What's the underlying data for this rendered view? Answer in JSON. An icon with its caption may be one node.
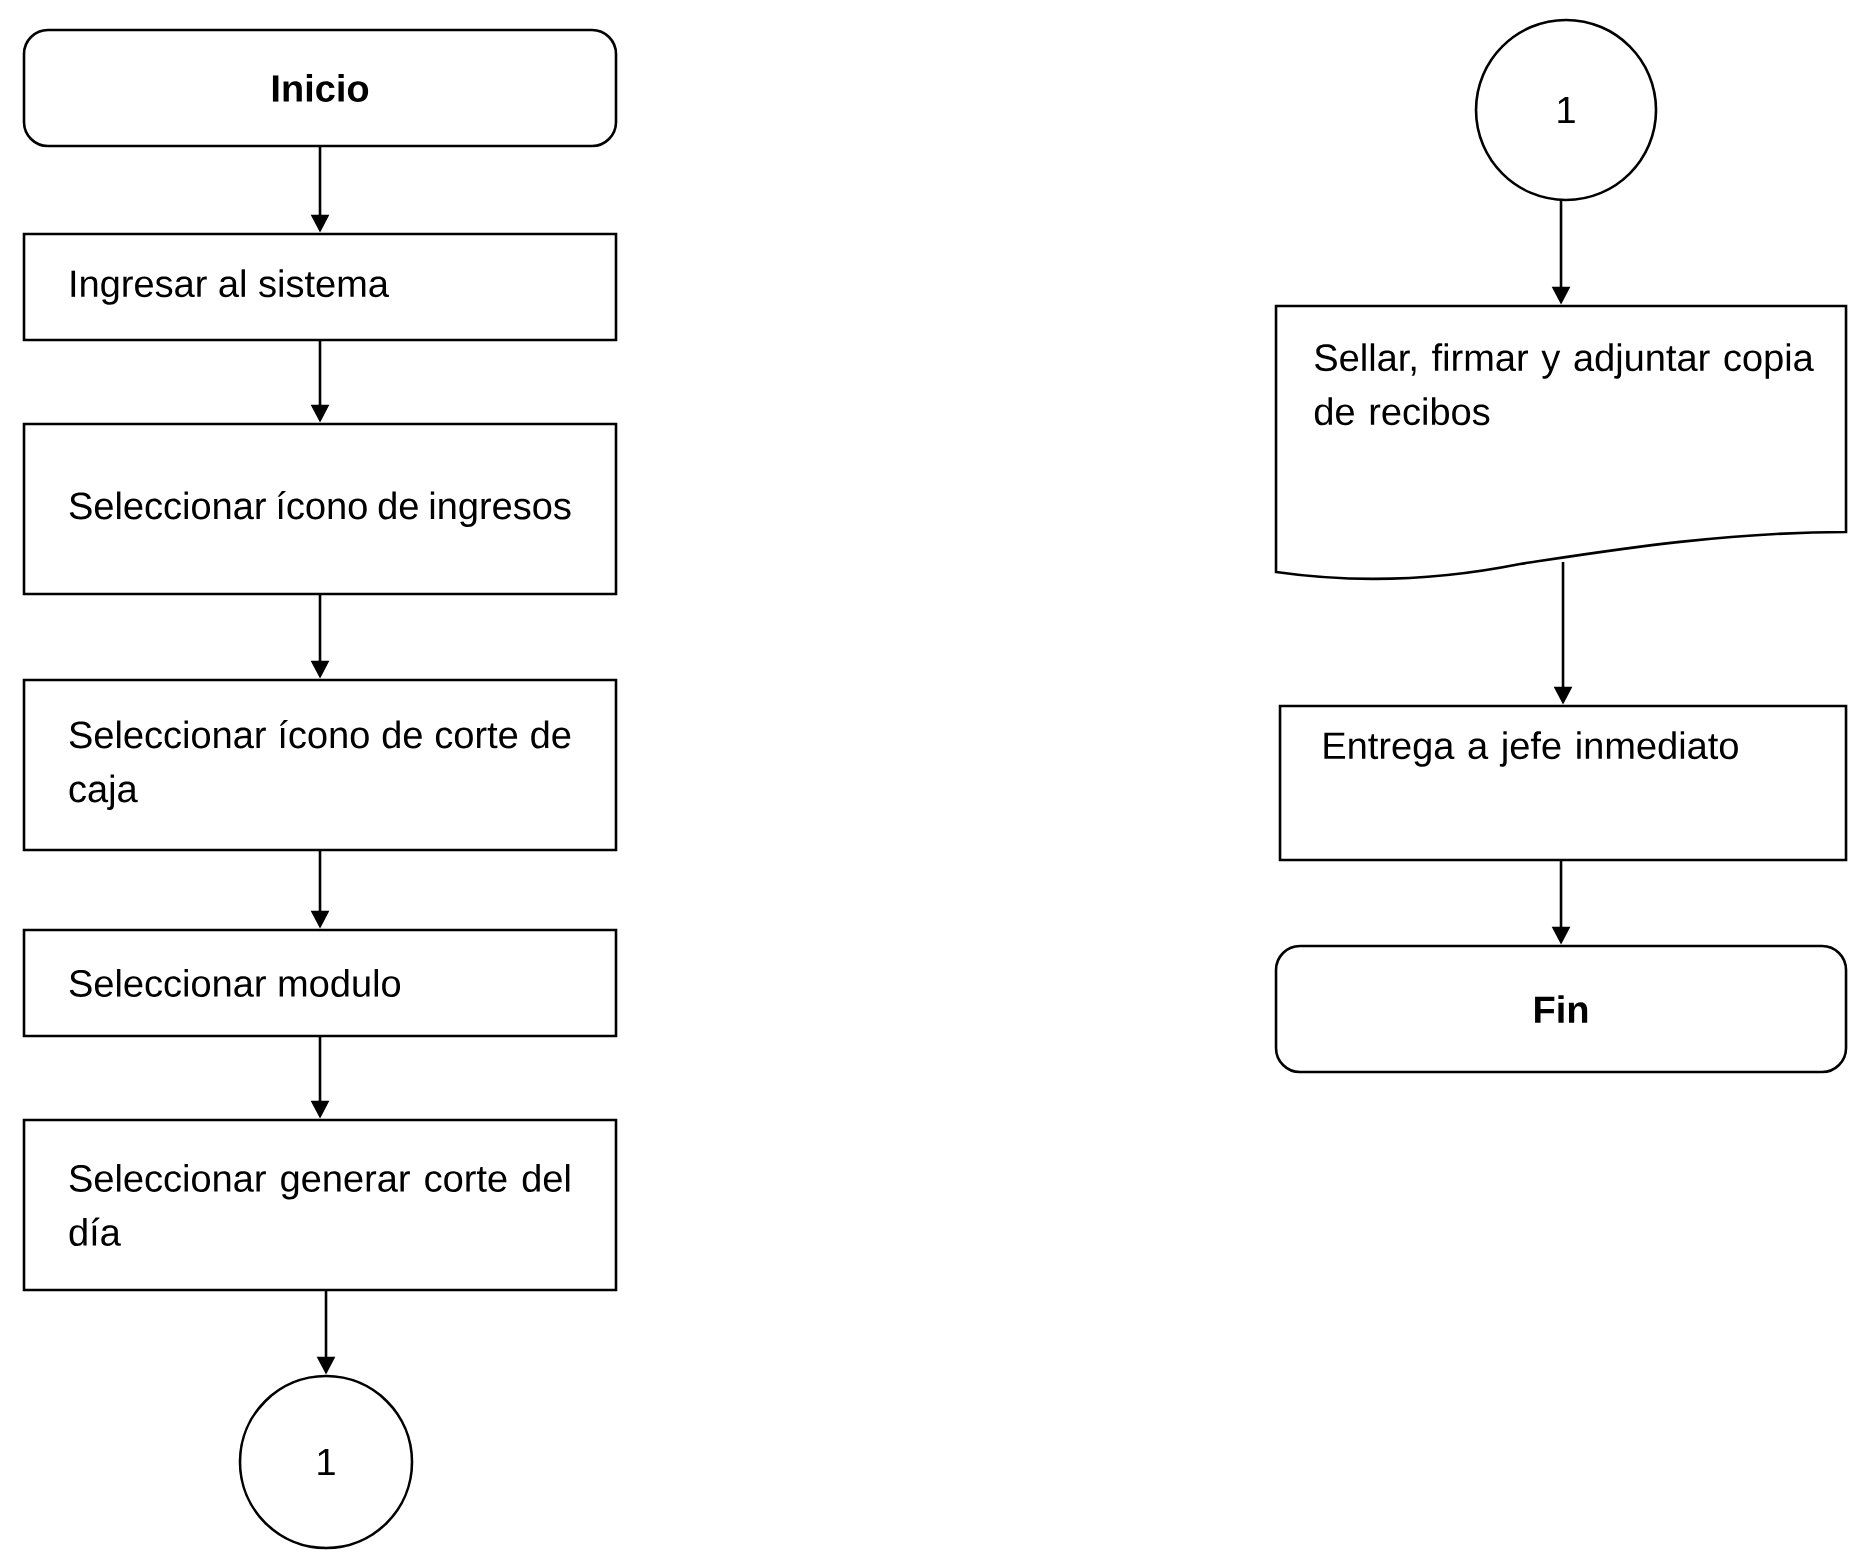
{
  "diagram": {
    "nodes": [
      {
        "text": [
          "Inicio"
        ]
      },
      {
        "text": [
          "Ingresar al sistema"
        ]
      },
      {
        "text": [
          "Seleccionar ícono de ingresos"
        ]
      },
      {
        "text": [
          "Seleccionar ícono de corte de caja"
        ]
      },
      {
        "text": [
          "Seleccionar modulo"
        ]
      },
      {
        "text": [
          "Seleccionar generar corte del día"
        ]
      },
      {
        "text": [
          "1"
        ]
      },
      {
        "text": [
          "1"
        ]
      },
      {
        "text": [
          "Sellar, firmar y adjuntar copia de recibos"
        ]
      },
      {
        "text": [
          "Entrega a jefe inmediato"
        ]
      },
      {
        "text": [
          "Fin"
        ]
      }
    ],
    "edges": [
      {
        "from": 0,
        "to": 1,
        "arrow": "to"
      },
      {
        "from": 1,
        "to": 2,
        "arrow": "to"
      },
      {
        "from": 2,
        "to": 3,
        "arrow": "to"
      },
      {
        "from": 3,
        "to": 4,
        "arrow": "to"
      },
      {
        "from": 4,
        "to": 5,
        "arrow": "to"
      },
      {
        "from": 5,
        "to": 6,
        "arrow": "to"
      },
      {
        "from": 7,
        "to": 8,
        "arrow": "to"
      },
      {
        "from": 8,
        "to": 9,
        "arrow": "to"
      },
      {
        "from": 9,
        "to": 10,
        "arrow": "to"
      }
    ]
  }
}
